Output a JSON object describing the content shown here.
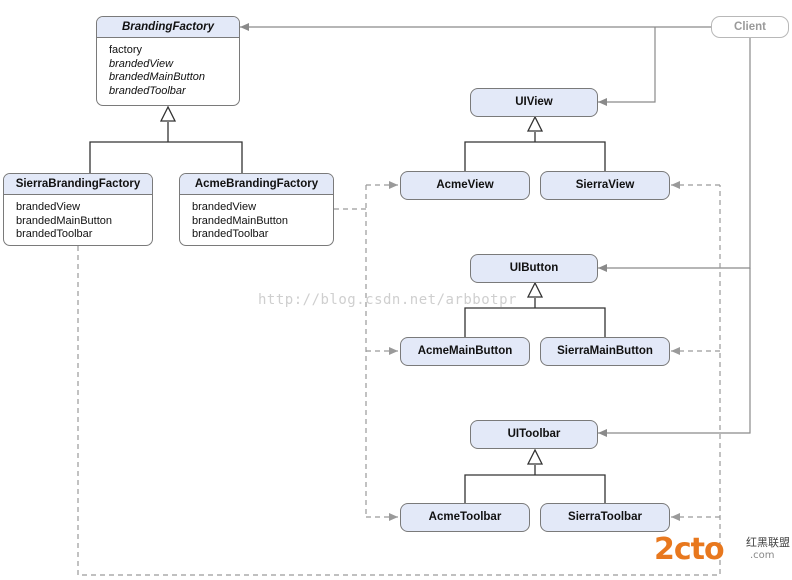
{
  "client": {
    "label": "Client"
  },
  "branding_factory": {
    "name": "BrandingFactory",
    "members": [
      "factory",
      "brandedView",
      "brandedMainButton",
      "brandedToolbar"
    ]
  },
  "sierra_branding_factory": {
    "name": "SierraBrandingFactory",
    "members": [
      "brandedView",
      "brandedMainButton",
      "brandedToolbar"
    ]
  },
  "acme_branding_factory": {
    "name": "AcmeBrandingFactory",
    "members": [
      "brandedView",
      "brandedMainButton",
      "brandedToolbar"
    ]
  },
  "products": {
    "uiview": "UIView",
    "acme_view": "AcmeView",
    "sierra_view": "SierraView",
    "uibutton": "UIButton",
    "acme_main_button": "AcmeMainButton",
    "sierra_main_button": "SierraMainButton",
    "uitoolbar": "UIToolbar",
    "acme_toolbar": "AcmeToolbar",
    "sierra_toolbar": "SierraToolbar"
  },
  "watermark": "http://blog.csdn.net/arbbotpr",
  "logo": {
    "main": "2cto",
    "sub": "红黑联盟",
    "url": ".com"
  },
  "colors": {
    "header_fill": "#e3e9f8",
    "border": "#7a7a7a",
    "solid_line": "#333333",
    "client_line": "#8a8a8a",
    "dashed_line": "#9a9a9a",
    "logo": "#e8781e"
  }
}
